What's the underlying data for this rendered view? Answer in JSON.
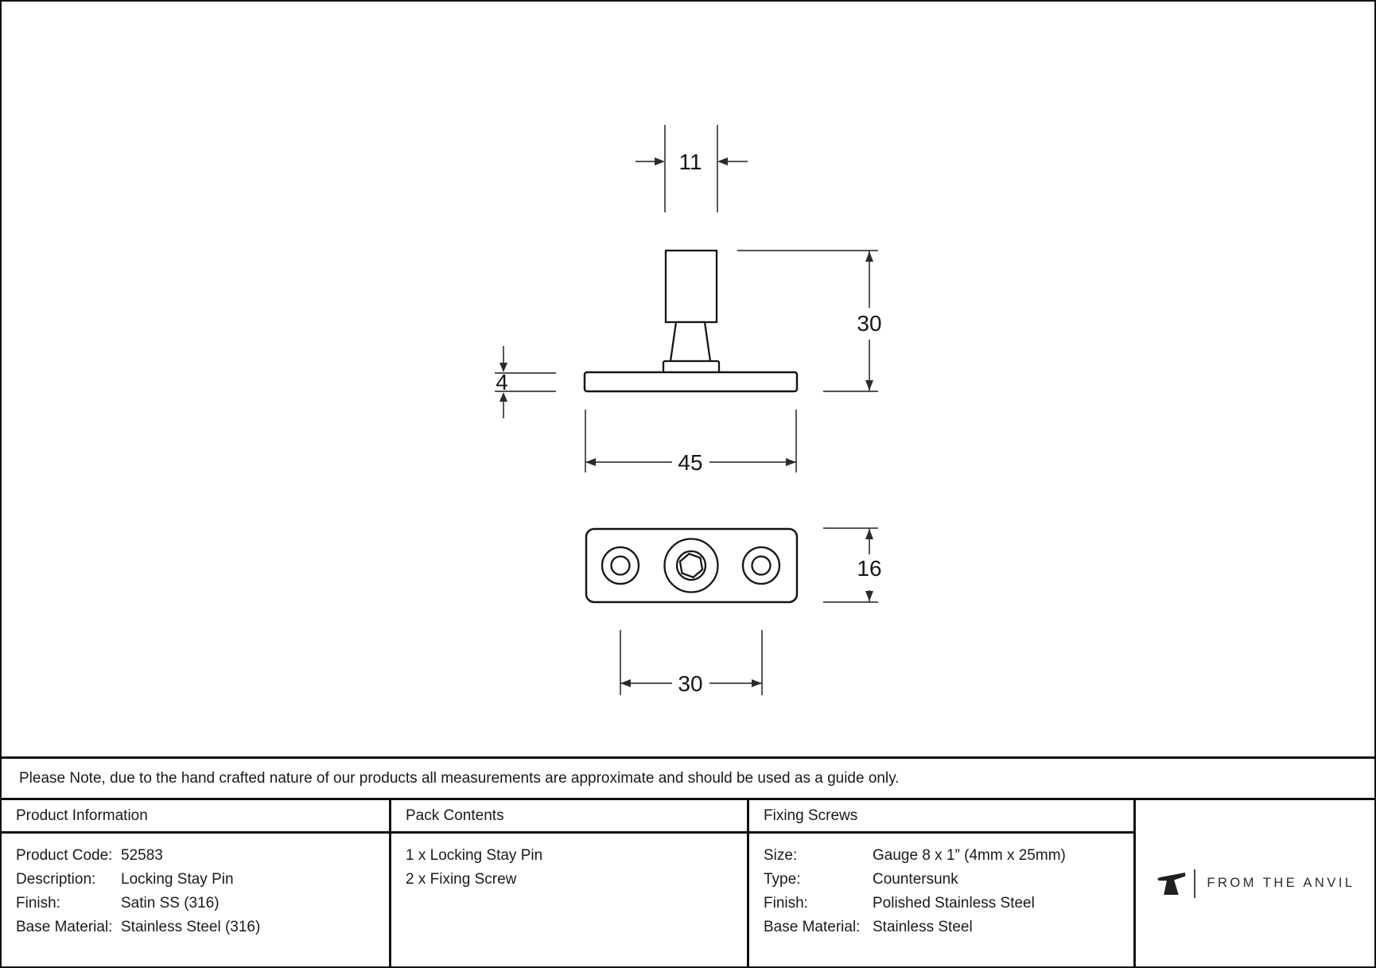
{
  "drawing": {
    "dims": {
      "pin_width": "11",
      "overall_height": "30",
      "plate_thickness": "4",
      "plate_length": "45",
      "plate_depth": "16",
      "hole_spacing": "30"
    }
  },
  "note": "Please Note, due to the hand crafted nature of our products all measurements are approximate and should be used as a guide only.",
  "table": {
    "product_information": {
      "header": "Product Information",
      "rows": [
        {
          "label": "Product Code:",
          "value": "52583"
        },
        {
          "label": "Description:",
          "value": "Locking Stay Pin"
        },
        {
          "label": "Finish:",
          "value": "Satin SS (316)"
        },
        {
          "label": "Base Material:",
          "value": "Stainless Steel (316)"
        }
      ]
    },
    "pack_contents": {
      "header": "Pack Contents",
      "items": [
        "1 x Locking Stay Pin",
        "2 x Fixing Screw"
      ]
    },
    "fixing_screws": {
      "header": "Fixing Screws",
      "rows": [
        {
          "label": "Size:",
          "value": "Gauge 8 x 1” (4mm x 25mm)"
        },
        {
          "label": "Type:",
          "value": "Countersunk"
        },
        {
          "label": "Finish:",
          "value": "Polished Stainless Steel"
        },
        {
          "label": "Base Material:",
          "value": "Stainless Steel"
        }
      ]
    }
  },
  "logo": {
    "brand": "FROM THE ANVIL"
  },
  "colors": {
    "line": "#161616",
    "text": "#1a1a1a",
    "logo": "#231f20"
  }
}
